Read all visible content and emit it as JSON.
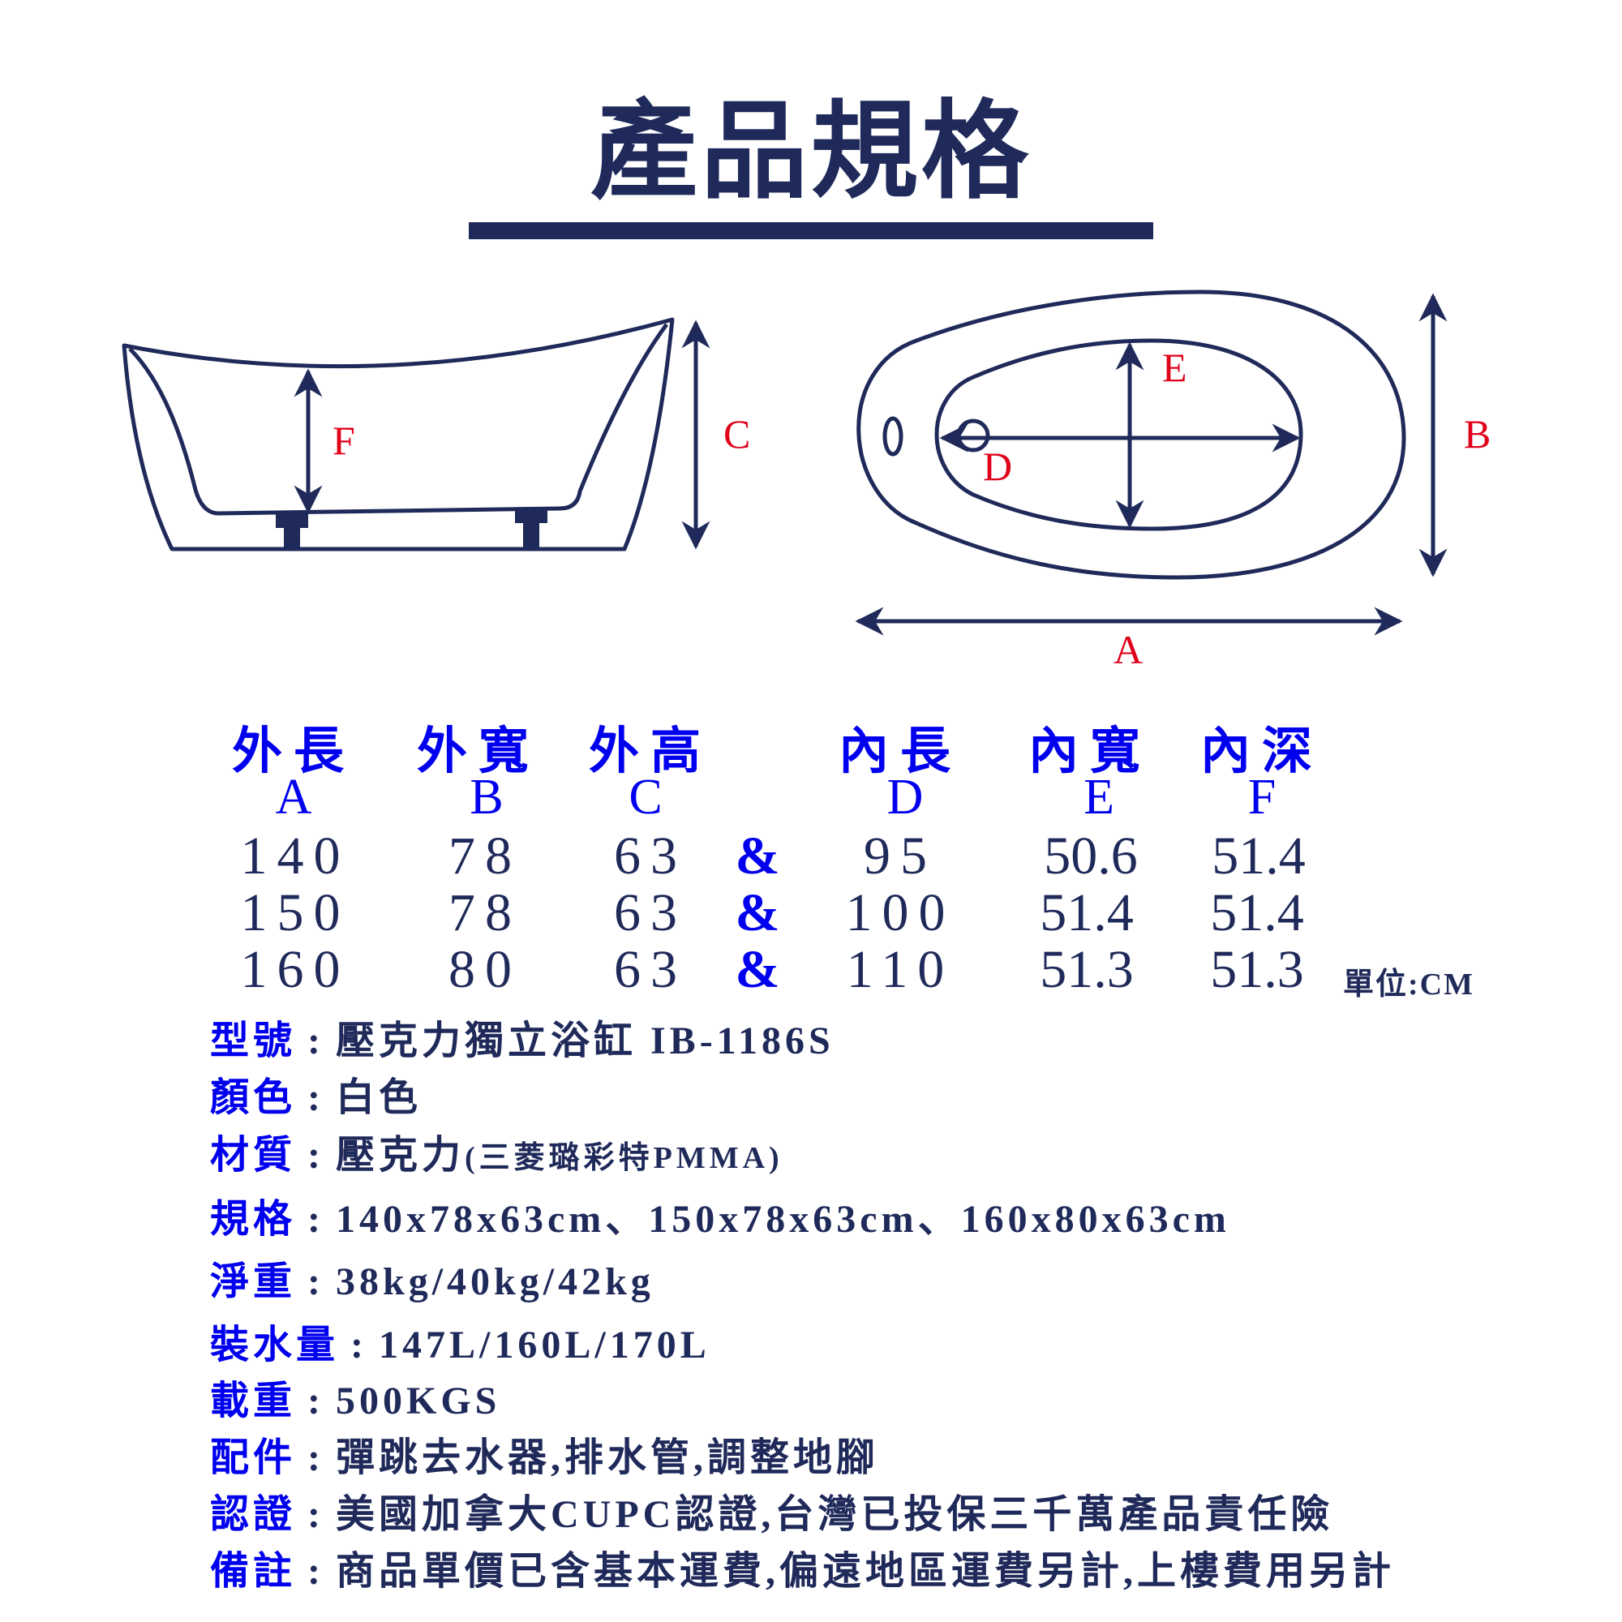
{
  "title": "產品規格",
  "colors": {
    "navy": "#1f2a5a",
    "blue": "#0000ee",
    "red": "#e0001a"
  },
  "diagram_labels": {
    "A": "A",
    "B": "B",
    "C": "C",
    "D": "D",
    "E": "E",
    "F": "F"
  },
  "table": {
    "headers": [
      "外長",
      "外寬",
      "外高",
      "內長",
      "內寬",
      "內深"
    ],
    "letters": [
      "A",
      "B",
      "C",
      "D",
      "E",
      "F"
    ],
    "separator": "&",
    "rows": [
      [
        "140",
        "78",
        "63",
        "95",
        "50.6",
        "51.4"
      ],
      [
        "150",
        "78",
        "63",
        "100",
        "51.4",
        "51.4"
      ],
      [
        "160",
        "80",
        "63",
        "110",
        "51.3",
        "51.3"
      ]
    ],
    "unit": "單位:CM"
  },
  "specs": [
    {
      "key": "型號",
      "value": "壓克力獨立浴缸 IB-1186S"
    },
    {
      "key": "顏色",
      "value": "白色"
    },
    {
      "key": "材質",
      "value": "壓克力",
      "note": "(三菱璐彩特PMMA)"
    },
    {
      "key": "規格",
      "value": "140x78x63cm、150x78x63cm、160x80x63cm"
    },
    {
      "key": "淨重",
      "value": "38kg/40kg/42kg"
    },
    {
      "key": "裝水量",
      "value": "147L/160L/170L"
    },
    {
      "key": "載重",
      "value": "500KGS"
    },
    {
      "key": "配件",
      "value": "彈跳去水器,排水管,調整地腳"
    },
    {
      "key": "認證",
      "value": "美國加拿大CUPC認證,台灣已投保三千萬產品責任險"
    },
    {
      "key": "備註",
      "value": "商品單價已含基本運費,偏遠地區運費另計,上樓費用另計"
    }
  ]
}
